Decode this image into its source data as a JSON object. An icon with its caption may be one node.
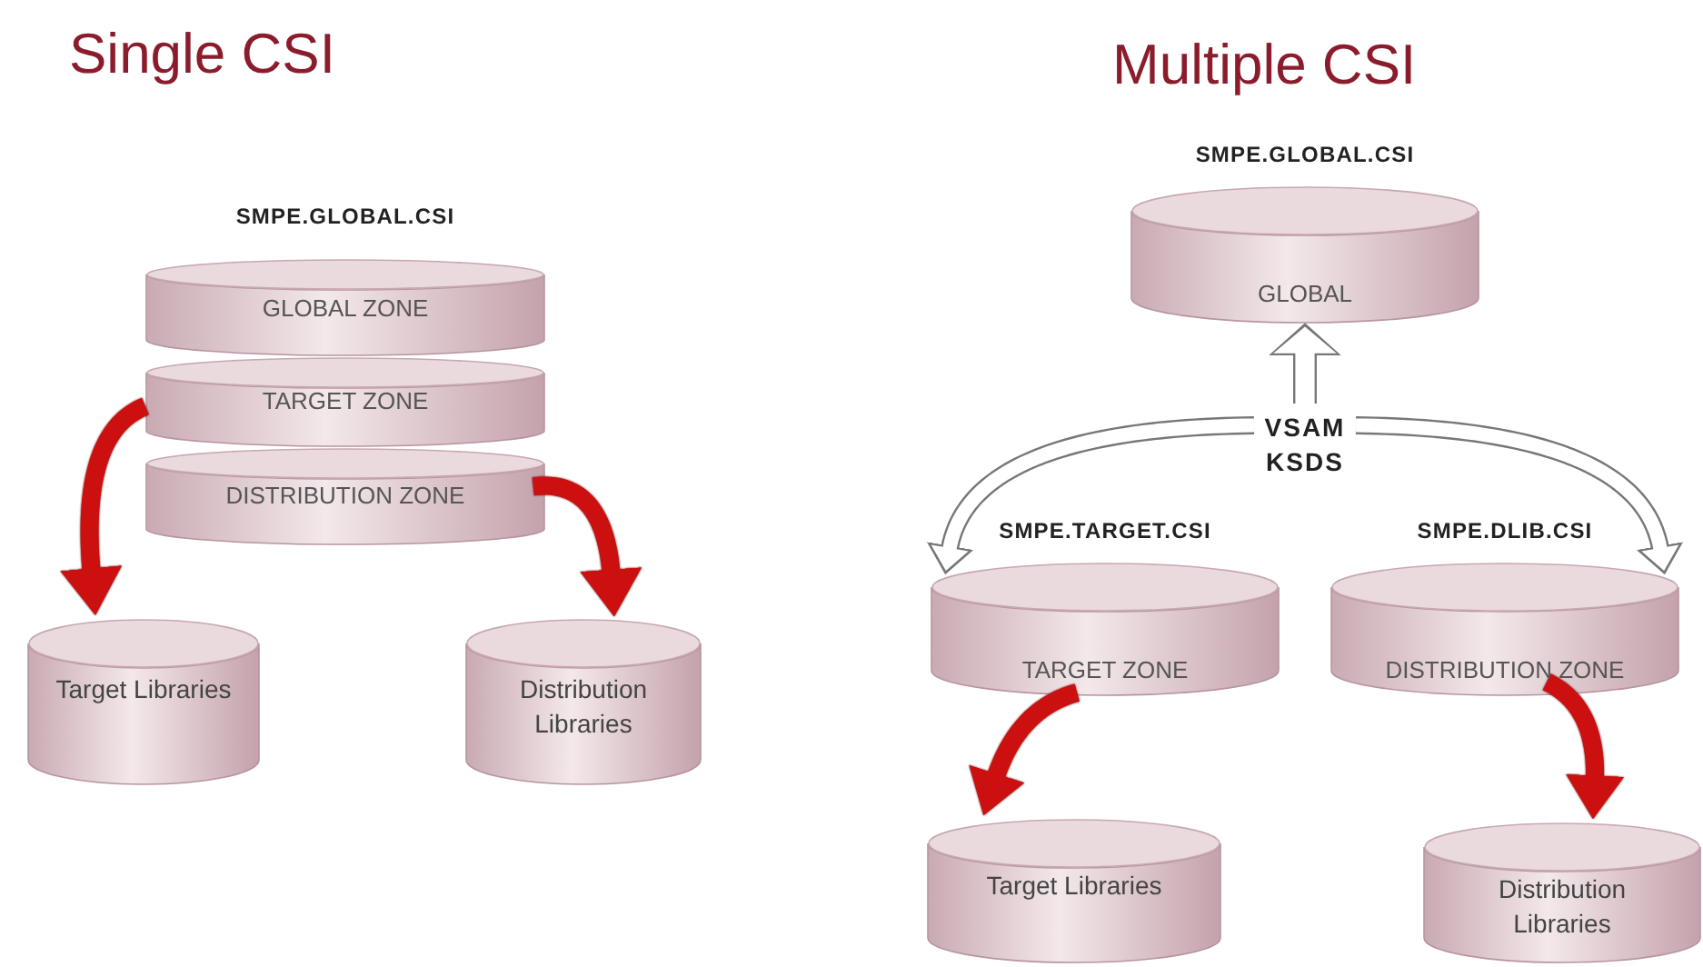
{
  "diagram": {
    "nodes": [
      {
        "text": [
          "SMPE.GLOBAL.CSI"
        ]
      },
      {
        "text": [
          "GLOBAL ZONE"
        ],
        "in": 0
      },
      {
        "text": [
          "TARGET ZONE"
        ],
        "in": 0
      },
      {
        "text": [
          "DISTRIBUTION ZONE"
        ],
        "in": 0
      },
      {
        "text": [
          "Target Libraries"
        ]
      },
      {
        "text": [
          "Distribution Libraries"
        ]
      },
      {
        "text": [
          "SMPE.GLOBAL.CSI",
          "GLOBAL"
        ]
      },
      {
        "text": [
          "SMPE.TARGET.CSI",
          "TARGET ZONE"
        ]
      },
      {
        "text": [
          "SMPE.DLIB.CSI",
          "DISTRIBUTION ZONE"
        ]
      },
      {
        "text": [
          "Target Libraries"
        ]
      },
      {
        "text": [
          "Distribution Libraries"
        ]
      },
      {
        "text": [
          "VSAM KSDS"
        ]
      }
    ],
    "edges": [
      {
        "from": 2,
        "to": 4,
        "arrow": "to"
      },
      {
        "from": 3,
        "to": 5,
        "arrow": "to"
      },
      {
        "from": 11,
        "to": 6,
        "arrow": "to",
        "color": "#777777"
      },
      {
        "from": 11,
        "to": 7,
        "arrow": "to",
        "color": "#777777"
      },
      {
        "from": 11,
        "to": 8,
        "arrow": "to",
        "color": "#777777"
      },
      {
        "from": 7,
        "to": 9,
        "arrow": "to"
      },
      {
        "from": 8,
        "to": 10,
        "arrow": "to"
      }
    ],
    "labels": [
      "Single CSI",
      "Multiple CSI"
    ]
  }
}
